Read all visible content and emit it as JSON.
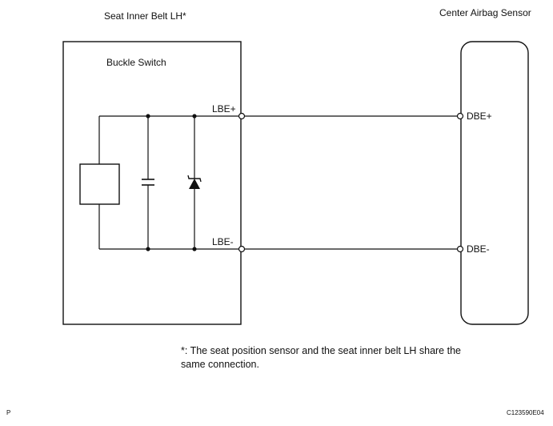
{
  "labels": {
    "left_module": "Seat Inner Belt LH*",
    "right_module": "Center Airbag Sensor",
    "buckle_switch": "Buckle Switch",
    "lbe_plus": "LBE+",
    "lbe_minus": "LBE-",
    "dbe_plus": "DBE+",
    "dbe_minus": "DBE-"
  },
  "footnote": {
    "line1": "*: The seat position sensor and the seat inner belt LH share the",
    "line2": "same connection."
  },
  "corner": {
    "page_mark": "P",
    "figure_code": "C123590E04"
  }
}
